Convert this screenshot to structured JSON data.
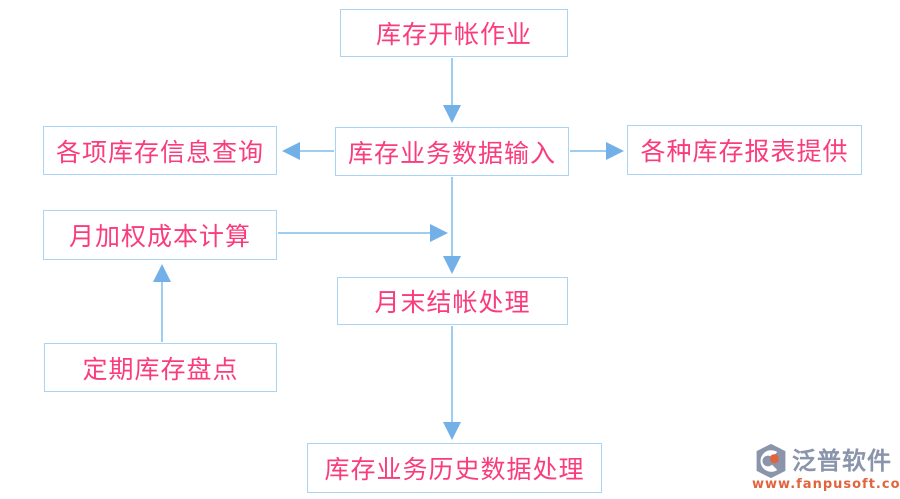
{
  "diagram": {
    "title_hint": "inventory-module-flowchart",
    "colors": {
      "box_border": "#a9d4f4",
      "box_text": "#fa3c7d",
      "arrow_line": "#9ecdf2",
      "arrow_head": "#74b0e8",
      "background": "#ffffff"
    },
    "nodes": [
      {
        "id": "opening",
        "label": "库存开帐作业"
      },
      {
        "id": "data-input",
        "label": "库存业务数据输入"
      },
      {
        "id": "info-query",
        "label": "各项库存信息查询"
      },
      {
        "id": "reports",
        "label": "各种库存报表提供"
      },
      {
        "id": "cost-calc",
        "label": "月加权成本计算"
      },
      {
        "id": "month-end",
        "label": "月末结帐处理"
      },
      {
        "id": "stocktake",
        "label": "定期库存盘点"
      },
      {
        "id": "history",
        "label": "库存业务历史数据处理"
      }
    ],
    "edges": [
      {
        "from": "opening",
        "to": "data-input",
        "direction": "down"
      },
      {
        "from": "data-input",
        "to": "info-query",
        "direction": "left"
      },
      {
        "from": "data-input",
        "to": "reports",
        "direction": "right"
      },
      {
        "from": "data-input",
        "to": "month-end",
        "direction": "down"
      },
      {
        "from": "cost-calc",
        "to": "month-end-flow",
        "direction": "right"
      },
      {
        "from": "stocktake",
        "to": "cost-calc",
        "direction": "up"
      },
      {
        "from": "month-end",
        "to": "history",
        "direction": "down"
      }
    ]
  },
  "watermark": {
    "brand": "泛普软件",
    "url": "www.fanpusoft.com",
    "brand_color": "#8a94aa",
    "url_color": "#e0653f"
  }
}
